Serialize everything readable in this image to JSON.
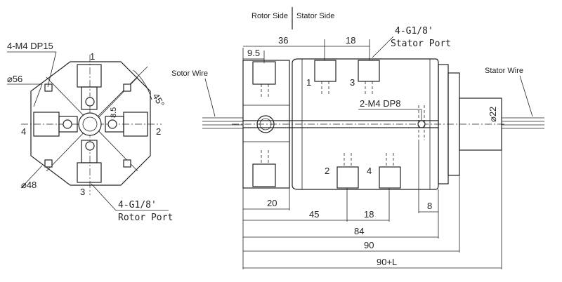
{
  "left_view": {
    "mount_hole_label": "4-M4 DP15",
    "outer_dia_label": "⌀56",
    "bolt_circle_label": "⌀48",
    "angle_label": "45°",
    "dim_small": "8.5",
    "port_label_line1": "4-G1/8'",
    "port_label_line2": "Rotor Port",
    "port_numbers": [
      "1",
      "2",
      "3",
      "4"
    ]
  },
  "right_view": {
    "rotor_side": "Rotor Side",
    "stator_side": "Stator Side",
    "sotor_wire": "Sotor Wire",
    "stator_wire": "Stator Wire",
    "stator_port_line1": "4-G1/8'",
    "stator_port_line2": "Stator Port",
    "thread_label": "2-M4 DP8",
    "shaft_dia": "⌀22",
    "port_numbers": [
      "1",
      "3",
      "2",
      "4"
    ],
    "dims": {
      "d36": "36",
      "d18_top": "18",
      "d9_5": "9.5",
      "d20": "20",
      "d45": "45",
      "d18_bottom": "18",
      "d8": "8",
      "d84": "84",
      "d90": "90",
      "d90L": "90+L"
    }
  }
}
